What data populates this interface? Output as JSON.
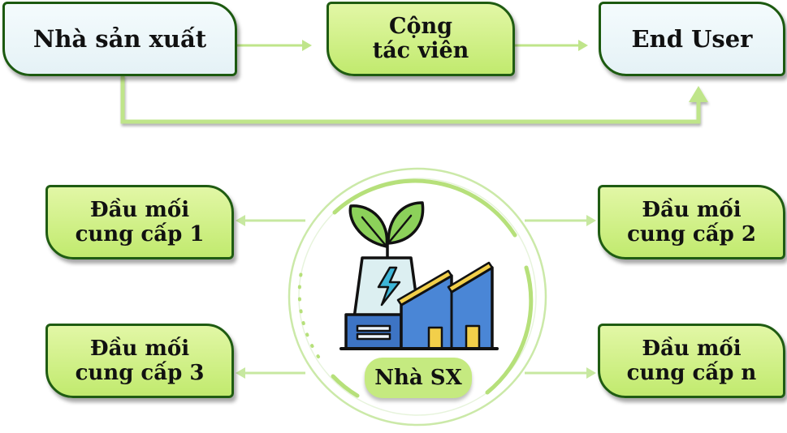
{
  "top_row": {
    "producer": "Nhà sản xuất",
    "collaborator_line1": "Cộng",
    "collaborator_line2": "tác viên",
    "end_user": "End User"
  },
  "hub": {
    "label": "Nhà SX",
    "icon": "green-factory-icon"
  },
  "suppliers": {
    "s1_line1": "Đầu mối",
    "s1_line2": "cung cấp 1",
    "s2_line1": "Đầu mối",
    "s2_line2": "cung cấp 2",
    "s3_line1": "Đầu mối",
    "s3_line2": "cung cấp 3",
    "sn_line1": "Đầu mối",
    "sn_line2": "cung cấp n"
  },
  "colors": {
    "border": "#1f5c12",
    "box_green": "#c1ea6e",
    "box_pale": "#e5f2f6",
    "arrow": "#bfe58a"
  }
}
